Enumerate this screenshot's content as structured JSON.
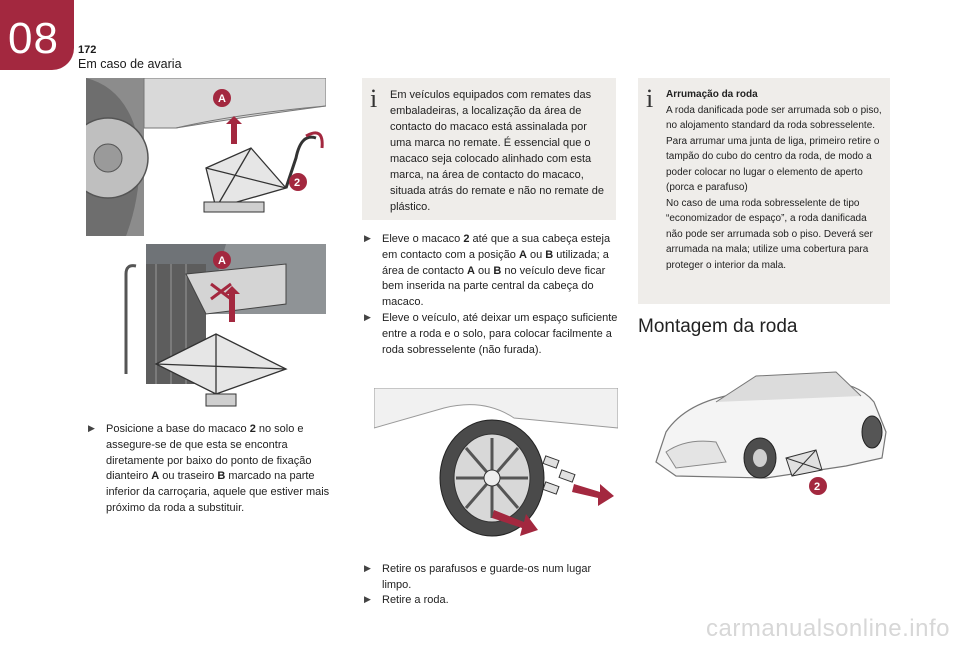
{
  "header": {
    "chapter_number": "08",
    "page_number": "172",
    "section_title": "Em caso de avaria"
  },
  "colors": {
    "accent": "#a3283f",
    "note_background": "#efedea",
    "text": "#222222"
  },
  "figures": {
    "jack_top_labels": [
      "A",
      "2"
    ],
    "jack_bottom_labels": [
      "A"
    ],
    "car_labels": [
      "2"
    ]
  },
  "left_column": {
    "bullet_1": {
      "p1": "Posicione a base do macaco ",
      "k1": "2",
      "p2": " no solo e assegure-se de que esta se encontra diretamente por baixo do ponto de fixação dianteiro ",
      "k2": "A",
      "p3": " ou traseiro ",
      "k3": "B",
      "p4": " marcado na parte inferior da carroçaria, aquele que estiver mais próximo da roda a substituir."
    }
  },
  "middle_column": {
    "note": "Em veículos equipados com remates das embaladeiras, a localização da área de contacto do macaco está assinalada por uma marca no remate. É essencial que o macaco seja colocado alinhado com esta marca, na área de contacto do macaco, situada atrás do remate e não no remate de plástico.",
    "bullet_1": {
      "p1": "Eleve o macaco ",
      "k1": "2",
      "p2": " até que a sua cabeça esteja em contacto com a posição ",
      "k2": "A",
      "p3": " ou ",
      "k3": "B",
      "p4": " utilizada; a área de contacto ",
      "k4": "A",
      "p5": " ou ",
      "k5": "B",
      "p6": " no veículo deve ficar bem inserida na parte central da cabeça do macaco."
    },
    "bullet_2": "Eleve o veículo, até deixar um espaço suficiente entre a roda e o solo, para colocar facilmente a roda sobresselente (não furada).",
    "bullet_3": "Retire os parafusos e guarde-os num lugar limpo.",
    "bullet_4": "Retire a roda."
  },
  "right_column": {
    "note_title": "Arrumação da roda",
    "note_body_1": "A roda danificada pode ser arrumada sob o piso, no alojamento standard da roda sobresselente.",
    "note_body_2": "Para arrumar uma junta de liga, primeiro retire o tampão do cubo do centro da roda, de modo a poder colocar no lugar o elemento de aperto (porca e parafuso)",
    "note_body_3": "No caso de uma roda sobresselente de tipo “economizador de espaço”, a roda danificada não pode ser arrumada sob o piso. Deverá ser arrumada na mala; utilize uma cobertura para proteger o interior da mala.",
    "heading": "Montagem da roda"
  },
  "watermark": "carmanualsonline.info"
}
